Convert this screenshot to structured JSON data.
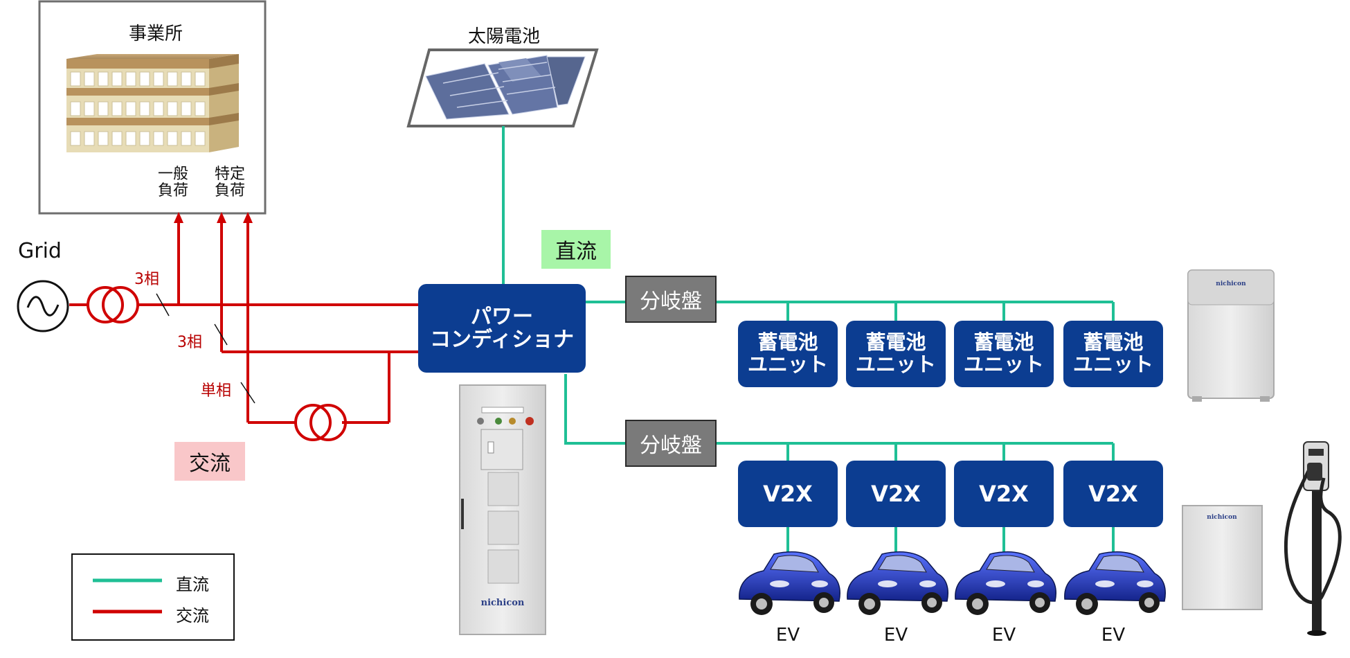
{
  "office": {
    "title": "事業所",
    "general_load": [
      "一般",
      "負荷"
    ],
    "specific_load": [
      "特定",
      "負荷"
    ]
  },
  "solar": {
    "title": "太陽電池"
  },
  "grid": {
    "title": "Grid"
  },
  "phase_labels": {
    "three_phase_a": "3相",
    "three_phase_b": "3相",
    "single_phase": "単相"
  },
  "current_tags": {
    "dc": "直流",
    "ac": "交流"
  },
  "pcs": {
    "label": [
      "パワー",
      "コンディショナ"
    ]
  },
  "distribution_panels": {
    "upper": "分岐盤",
    "lower": "分岐盤"
  },
  "battery_units": [
    {
      "label": [
        "蓄電池",
        "ユニット"
      ]
    },
    {
      "label": [
        "蓄電池",
        "ユニット"
      ]
    },
    {
      "label": [
        "蓄電池",
        "ユニット"
      ]
    },
    {
      "label": [
        "蓄電池",
        "ユニット"
      ]
    }
  ],
  "v2x_units": [
    {
      "label": "V2X"
    },
    {
      "label": "V2X"
    },
    {
      "label": "V2X"
    },
    {
      "label": "V2X"
    }
  ],
  "ev_labels": [
    "EV",
    "EV",
    "EV",
    "EV"
  ],
  "legend": {
    "dc": "直流",
    "ac": "交流"
  },
  "brand": {
    "name": "nichicon"
  },
  "colors": {
    "dc_line": "#1fbf95",
    "ac_line": "#d00000",
    "unit_blue": "#0c3d91",
    "dc_tag_bg": "#a8f5a8",
    "ac_tag_bg": "#f9c7c9",
    "panel_gray": "#7a7a7a"
  }
}
